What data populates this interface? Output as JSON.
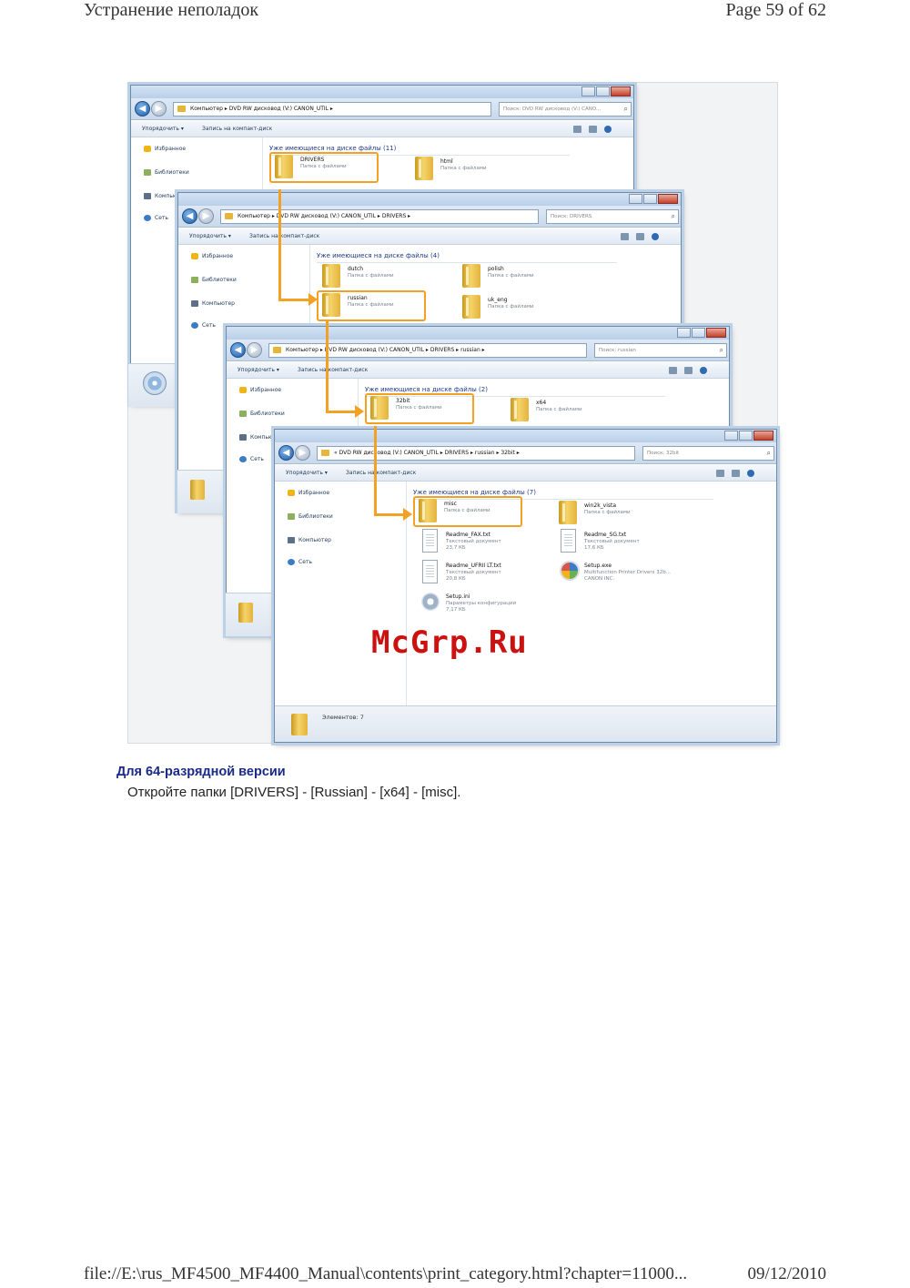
{
  "header": {
    "title": "Устранение неполадок",
    "page": "Page 59 of 62"
  },
  "footer": {
    "path": "file://E:\\rus_MF4500_MF4400_Manual\\contents\\print_category.html?chapter=11000...",
    "date": "09/12/2010"
  },
  "explorer": {
    "toolbar": {
      "organize": "Упорядочить ▾",
      "burn": "Запись на компакт-диск"
    },
    "nav": {
      "favorites": "Избранное",
      "libraries": "Библиотеки",
      "computer": "Компьютер",
      "network": "Сеть"
    },
    "folder_desc": "Папка с файлами"
  },
  "windows": [
    {
      "address": "Компьютер ▸ DVD RW дисковод (V:) CANON_UTIL ▸",
      "search": "Поиск: DVD RW дисковод (V:) CANO...",
      "group": "Уже имеющиеся на диске файлы (11)",
      "items": [
        "DRIVERS",
        "html"
      ]
    },
    {
      "address": "Компьютер ▸ DVD RW дисковод (V:) CANON_UTIL ▸ DRIVERS ▸",
      "search": "Поиск: DRIVERS",
      "group": "Уже имеющиеся на диске файлы (4)",
      "items": [
        "dutch",
        "polish",
        "russian",
        "uk_eng"
      ]
    },
    {
      "address": "Компьютер ▸ DVD RW дисковод (V:) CANON_UTIL ▸ DRIVERS ▸ russian ▸",
      "search": "Поиск: russian",
      "group": "Уже имеющиеся на диске файлы (2)",
      "items": [
        "32bit",
        "x64"
      ]
    },
    {
      "address": "« DVD RW дисковод (V:) CANON_UTIL ▸ DRIVERS ▸ russian ▸ 32bit ▸",
      "search": "Поиск: 32bit",
      "group": "Уже имеющиеся на диске файлы (7)",
      "status": "Элементов: 7",
      "items": [
        {
          "name": "misc",
          "desc": "Папка с файлами"
        },
        {
          "name": "win2k_vista",
          "desc": "Папка с файлами"
        },
        {
          "name": "Readme_FAX.txt",
          "desc": "Текстовый документ\n23,7 КБ"
        },
        {
          "name": "Readme_SG.txt",
          "desc": "Текстовый документ\n17,6 КБ"
        },
        {
          "name": "Readme_UFRII LT.txt",
          "desc": "Текстовый документ\n20,8 КБ"
        },
        {
          "name": "Setup.exe",
          "desc": "Multifunction Printer Drivers 32b...\nCANON INC."
        },
        {
          "name": "Setup.ini",
          "desc": "Параметры конфигурации\n7,17 КБ"
        }
      ]
    }
  ],
  "watermark": "McGrp.Ru",
  "caption": {
    "title": "Для 64-разрядной версии",
    "text": "Откройте папки [DRIVERS] - [Russian] - [x64] - [misc]."
  },
  "colors": {
    "highlight": "#f2a125",
    "caption_title": "#1a2a8a",
    "watermark": "#cc1111"
  }
}
